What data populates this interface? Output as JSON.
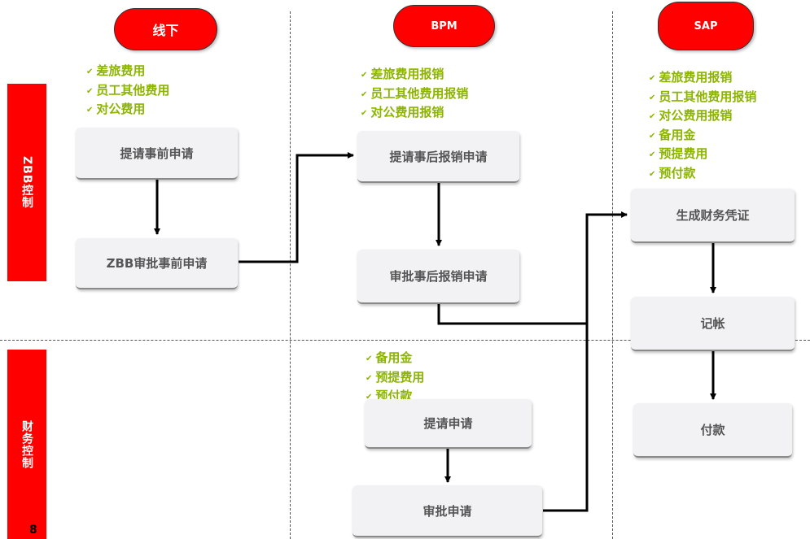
{
  "lanes": {
    "offline": "线下",
    "bpm": "BPM",
    "sap": "SAP"
  },
  "rows": {
    "zbb_control": "ZBB控制",
    "finance_control": "财务控制"
  },
  "offline": {
    "checklist": [
      "差旅费用",
      "员工其他费用",
      "对公费用"
    ],
    "box_pre_request": "提请事前申请",
    "box_zbb_approve": "ZBB审批事前申请"
  },
  "bpm": {
    "checklist": [
      "差旅费用报销",
      "员工其他费用报销",
      "对公费用报销"
    ],
    "box_post_request": "提请事后报销申请",
    "box_post_approve": "审批事后报销申请",
    "checklist2": [
      "备用金",
      "预提费用",
      "预付款"
    ],
    "box_request": "提请申请",
    "box_approve": "审批申请"
  },
  "sap": {
    "checklist": [
      "差旅费用报销",
      "员工其他费用报销",
      "对公费用报销",
      "备用金",
      "预提费用",
      "预付款"
    ],
    "box_voucher": "生成财务凭证",
    "box_posting": "记帐",
    "box_payment": "付款"
  },
  "page_number": "8",
  "colors": {
    "lane_header": "#ff0000",
    "check_text": "#8cb400",
    "box_bg": "#f2f2f4"
  }
}
